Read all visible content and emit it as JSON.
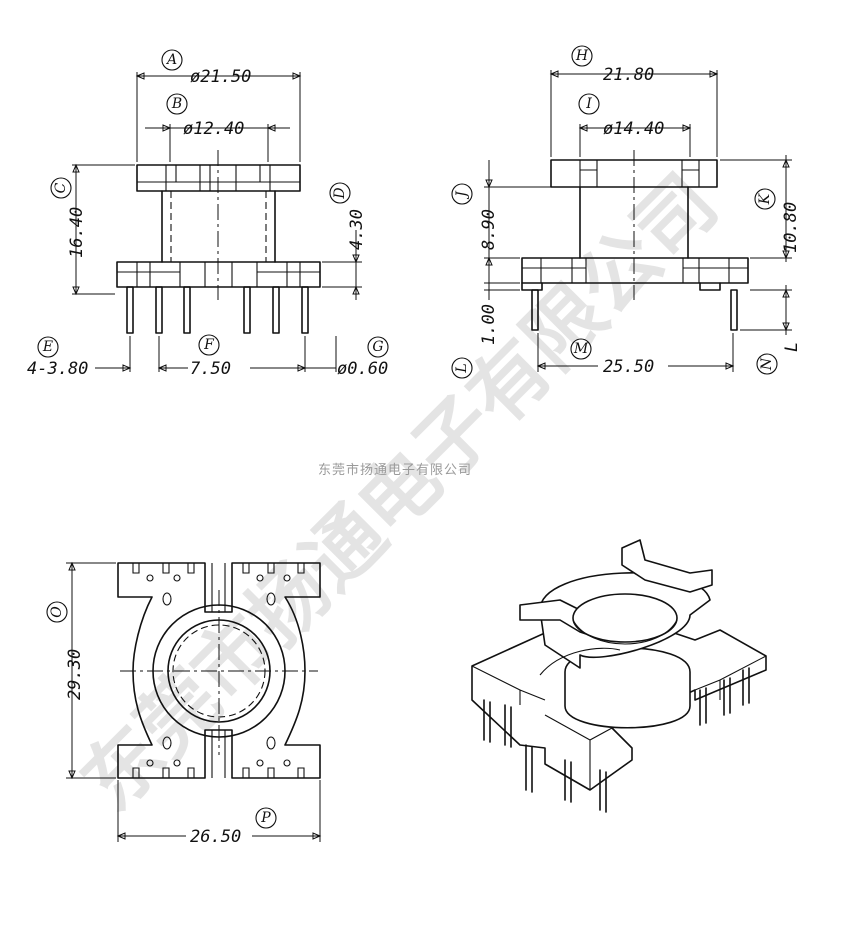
{
  "company_caption": "东莞市扬通电子有限公司",
  "watermark_text": "东莞市扬通电子有限公司",
  "colors": {
    "line": "#111111",
    "caption": "#9a9a9a",
    "background": "#ffffff"
  },
  "front_view": {
    "A": {
      "letter": "A",
      "value": "ø21.50"
    },
    "B": {
      "letter": "B",
      "value": "ø12.40"
    },
    "C": {
      "letter": "C",
      "value": "16.40"
    },
    "D": {
      "letter": "D",
      "value": "4.30"
    },
    "E": {
      "letter": "E",
      "value": "4-3.80"
    },
    "F": {
      "letter": "F",
      "value": "7.50"
    },
    "G": {
      "letter": "G",
      "value": "ø0.60"
    }
  },
  "side_view": {
    "H": {
      "letter": "H",
      "value": "21.80"
    },
    "I": {
      "letter": "I",
      "value": "ø14.40"
    },
    "J": {
      "letter": "J",
      "value": "8.90"
    },
    "K": {
      "letter": "K",
      "value": "10.80"
    },
    "L": {
      "letter": "L",
      "value": "1.00"
    },
    "M": {
      "letter": "M",
      "value": "25.50"
    },
    "N": {
      "letter": "N",
      "value": "L"
    }
  },
  "top_view": {
    "O": {
      "letter": "O",
      "value": "29.30"
    },
    "P": {
      "letter": "P",
      "value": "26.50"
    }
  }
}
